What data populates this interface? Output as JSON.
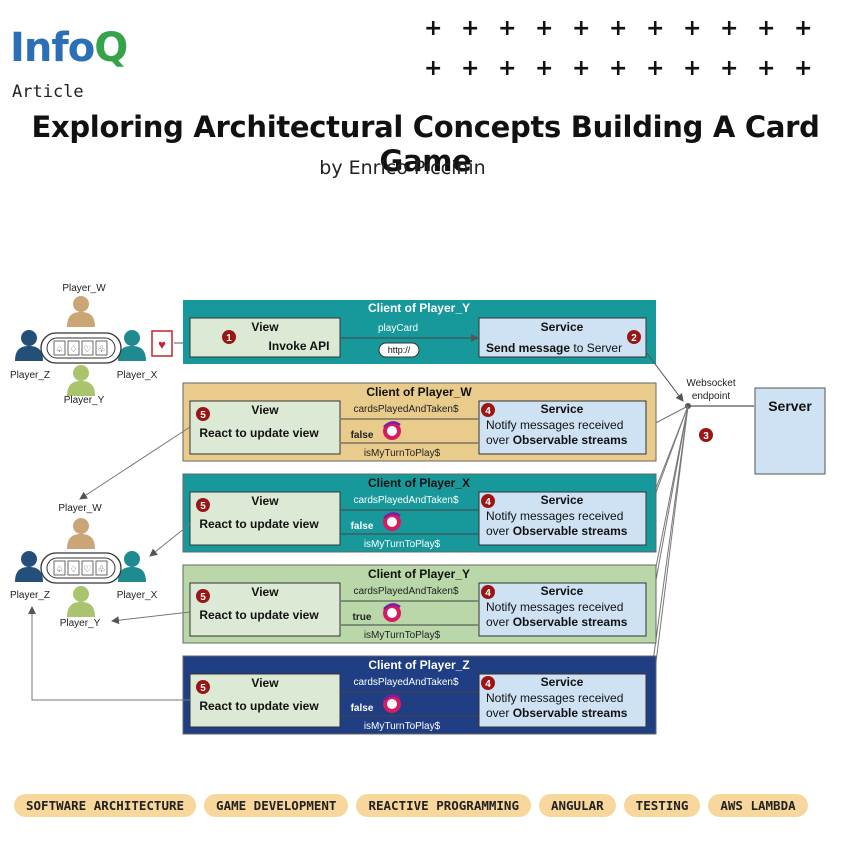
{
  "brand": {
    "info": "Info",
    "q": "Q",
    "kicker": "Article"
  },
  "article": {
    "title": "Exploring Architectural Concepts Building A Card Game",
    "byline": "by Enrico Piccinin"
  },
  "decor": {
    "plus_rows": 2,
    "plus_cols": 11,
    "plus_glyph": "+"
  },
  "diagram": {
    "colors": {
      "teal": "#17999b",
      "sand": "#e9cc8c",
      "sage": "#b9d7a8",
      "navy": "#1f3e83",
      "view_fill": "#dce9d5",
      "service_fill": "#cfe2f3",
      "server_fill": "#cfe2f3",
      "badge": "#9b1515"
    },
    "table_top": {
      "players": {
        "top": "Player_W",
        "left": "Player_Z",
        "right": "Player_X",
        "bottom": "Player_Y"
      }
    },
    "table_bottom": {
      "players": {
        "top": "Player_W",
        "left": "Player_Z",
        "right": "Player_X",
        "bottom": "Player_Y"
      }
    },
    "client_y_top": {
      "title": "Client of Player_Y",
      "view": {
        "title": "View",
        "line": "Invoke API",
        "badge": "1"
      },
      "service": {
        "title": "Service",
        "line_bold": "Send message",
        "line_rest": " to Server",
        "badge": "2"
      },
      "arrow_label": "playCard",
      "pill": "http://"
    },
    "websocket_label_1": "Websocket",
    "websocket_label_2": "endpoint",
    "server": {
      "label": "Server",
      "badge": "3"
    },
    "clients": [
      {
        "title": "Client of Player_W",
        "view_title": "View",
        "view_line": "React to update view",
        "service_title": "Service",
        "service_line1": "Notify messages received",
        "service_line2_pre": "over ",
        "service_line2_bold": "Observable streams",
        "stream_top": "cardsPlayedAndTaken$",
        "stream_bottom": "isMyTurnToPlay$",
        "turn_value": "false",
        "badge_view": "5",
        "badge_service": "4"
      },
      {
        "title": "Client of Player_X",
        "view_title": "View",
        "view_line": "React to update view",
        "service_title": "Service",
        "service_line1": "Notify messages received",
        "service_line2_pre": "over ",
        "service_line2_bold": "Observable streams",
        "stream_top": "cardsPlayedAndTaken$",
        "stream_bottom": "isMyTurnToPlay$",
        "turn_value": "false",
        "badge_view": "5",
        "badge_service": "4"
      },
      {
        "title": "Client of Player_Y",
        "view_title": "View",
        "view_line": "React to update view",
        "service_title": "Service",
        "service_line1": "Notify messages received",
        "service_line2_pre": "over ",
        "service_line2_bold": "Observable streams",
        "stream_top": "cardsPlayedAndTaken$",
        "stream_bottom": "isMyTurnToPlay$",
        "turn_value": "true",
        "badge_view": "5",
        "badge_service": "4"
      },
      {
        "title": "Client of Player_Z",
        "view_title": "View",
        "view_line": "React to update view",
        "service_title": "Service",
        "service_line1": "Notify messages received",
        "service_line2_pre": "over ",
        "service_line2_bold": "Observable streams",
        "stream_top": "cardsPlayedAndTaken$",
        "stream_bottom": "isMyTurnToPlay$",
        "turn_value": "false",
        "badge_view": "5",
        "badge_service": "4"
      }
    ]
  },
  "tags": [
    "SOFTWARE ARCHITECTURE",
    "GAME DEVELOPMENT",
    "REACTIVE PROGRAMMING",
    "ANGULAR",
    "TESTING",
    "AWS LAMBDA"
  ]
}
